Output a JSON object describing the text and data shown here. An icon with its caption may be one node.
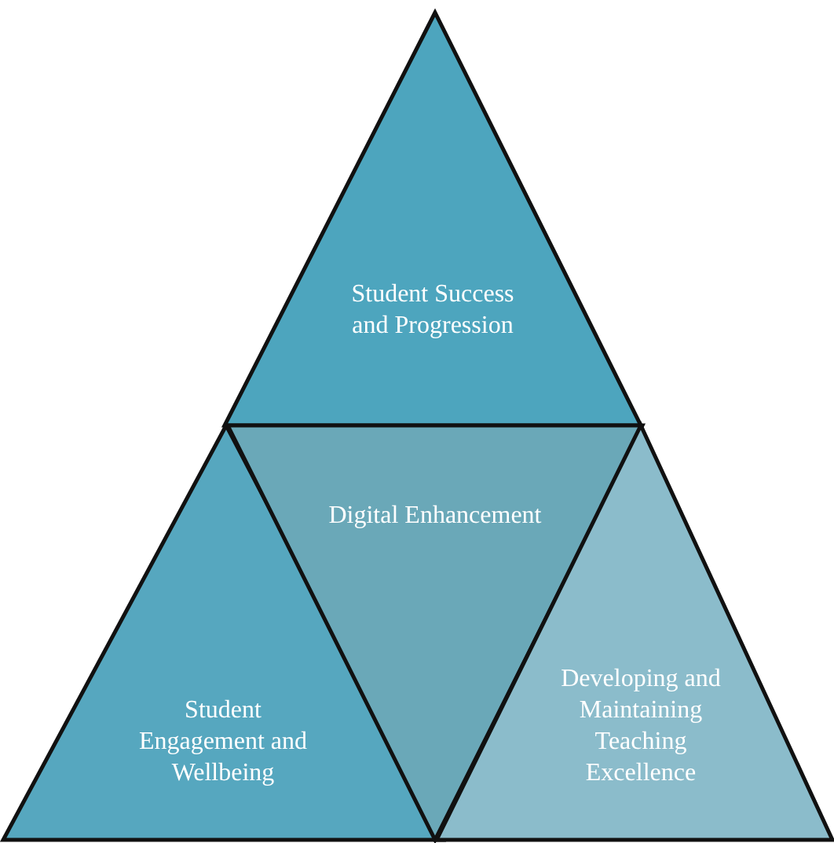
{
  "diagram": {
    "nodes": [
      {
        "text": [
          "Student Success and Progression"
        ]
      },
      {
        "text": [
          "Student Engagement and Wellbeing"
        ]
      },
      {
        "text": [
          "Digital Enhancement"
        ]
      },
      {
        "text": [
          "Developing and Maintaining Teaching Excellence"
        ]
      }
    ]
  }
}
